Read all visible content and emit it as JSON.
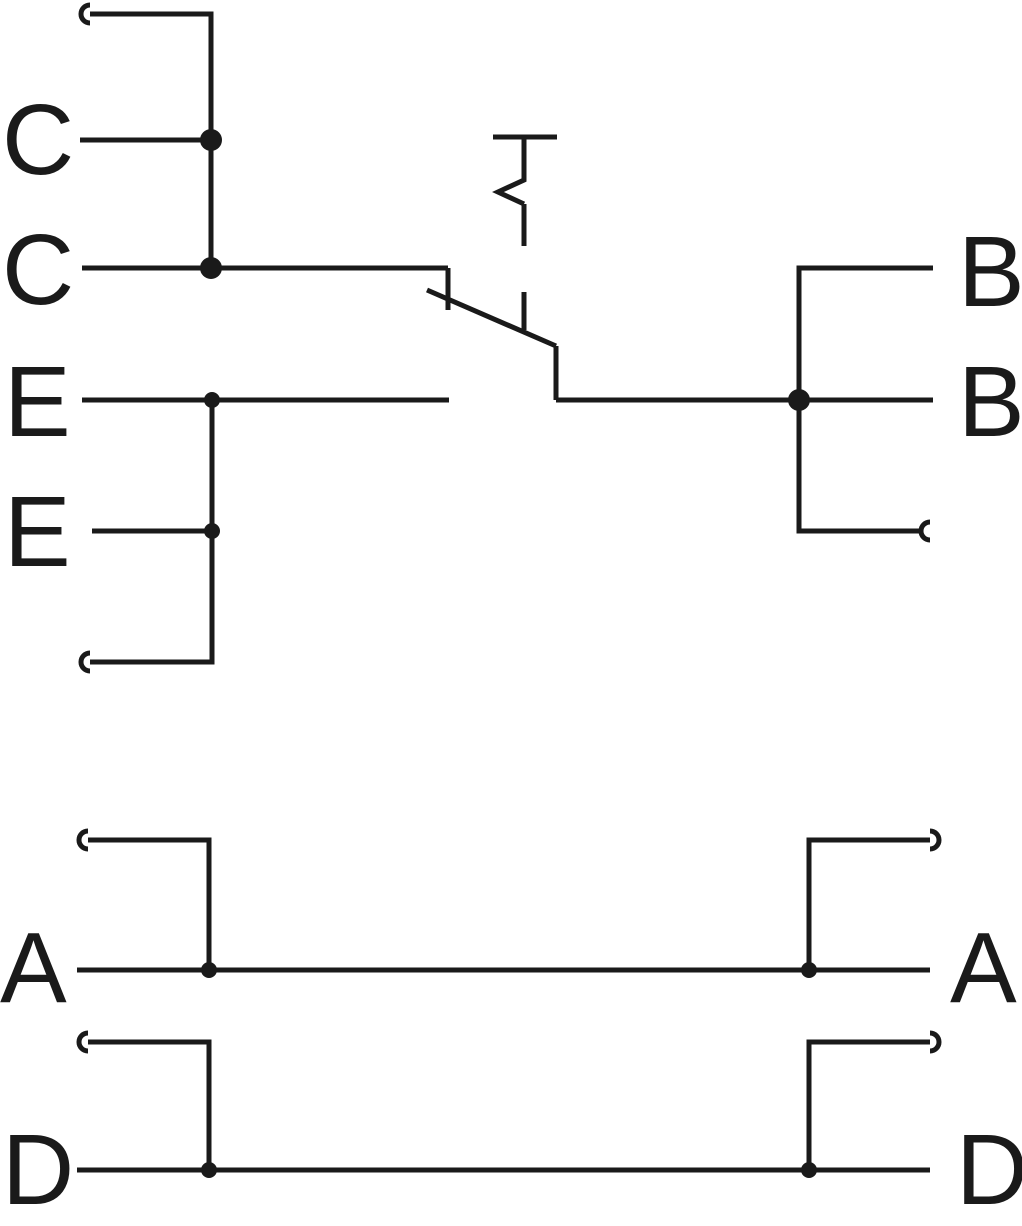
{
  "diagram": {
    "type": "switch-wiring-schematic",
    "left_labels": [
      "C",
      "C",
      "E",
      "E",
      "A",
      "D"
    ],
    "right_labels": [
      "B",
      "B",
      "A",
      "D"
    ],
    "line_color": "#1a1a1a",
    "background": "#ffffff"
  }
}
